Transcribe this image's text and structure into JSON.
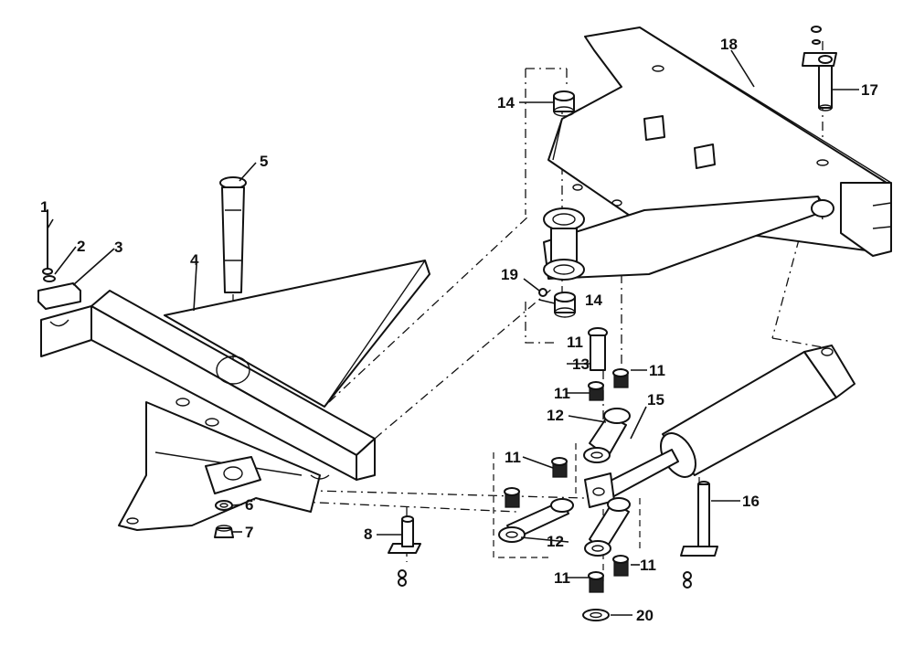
{
  "diagram": {
    "callouts": [
      "1",
      "2",
      "3",
      "4",
      "5",
      "6",
      "7",
      "8",
      "11",
      "11",
      "11",
      "11",
      "11",
      "11",
      "12",
      "12",
      "13",
      "14",
      "14",
      "15",
      "16",
      "17",
      "18",
      "19",
      "20"
    ]
  }
}
